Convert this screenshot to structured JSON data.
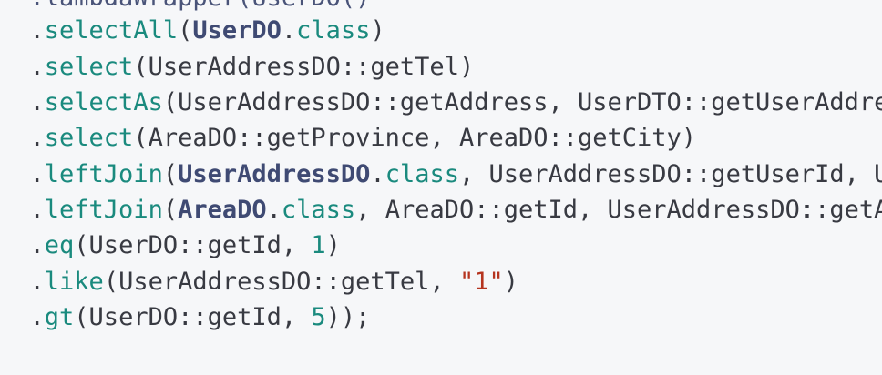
{
  "editor": {
    "lines": [
      [
        {
          "t": "plain",
          "v": "  .lambdaWrapper(UserDO()"
        }
      ],
      [
        {
          "t": "plain",
          "v": "  ."
        },
        {
          "t": "method",
          "v": "selectAll"
        },
        {
          "t": "plain",
          "v": "("
        },
        {
          "t": "class",
          "v": "UserDO"
        },
        {
          "t": "plain",
          "v": "."
        },
        {
          "t": "kw",
          "v": "class"
        },
        {
          "t": "plain",
          "v": ")"
        }
      ],
      [
        {
          "t": "plain",
          "v": "  ."
        },
        {
          "t": "method",
          "v": "select"
        },
        {
          "t": "plain",
          "v": "(UserAddressDO::getTel)"
        }
      ],
      [
        {
          "t": "plain",
          "v": "  ."
        },
        {
          "t": "method",
          "v": "selectAs"
        },
        {
          "t": "plain",
          "v": "(UserAddressDO::getAddress, UserDTO::getUserAddre"
        }
      ],
      [
        {
          "t": "plain",
          "v": "  ."
        },
        {
          "t": "method",
          "v": "select"
        },
        {
          "t": "plain",
          "v": "(AreaDO::getProvince, AreaDO::getCity)"
        }
      ],
      [
        {
          "t": "plain",
          "v": "  ."
        },
        {
          "t": "method",
          "v": "leftJoin"
        },
        {
          "t": "plain",
          "v": "("
        },
        {
          "t": "class",
          "v": "UserAddressDO"
        },
        {
          "t": "plain",
          "v": "."
        },
        {
          "t": "kw",
          "v": "class"
        },
        {
          "t": "plain",
          "v": ", UserAddressDO::getUserId, U"
        }
      ],
      [
        {
          "t": "plain",
          "v": "  ."
        },
        {
          "t": "method",
          "v": "leftJoin"
        },
        {
          "t": "plain",
          "v": "("
        },
        {
          "t": "class",
          "v": "AreaDO"
        },
        {
          "t": "plain",
          "v": "."
        },
        {
          "t": "kw",
          "v": "class"
        },
        {
          "t": "plain",
          "v": ", AreaDO::getId, UserAddressDO::getA"
        }
      ],
      [
        {
          "t": "plain",
          "v": "  ."
        },
        {
          "t": "method",
          "v": "eq"
        },
        {
          "t": "plain",
          "v": "(UserDO::getId, "
        },
        {
          "t": "num",
          "v": "1"
        },
        {
          "t": "plain",
          "v": ")"
        }
      ],
      [
        {
          "t": "plain",
          "v": "  ."
        },
        {
          "t": "method",
          "v": "like"
        },
        {
          "t": "plain",
          "v": "(UserAddressDO::getTel, "
        },
        {
          "t": "str",
          "v": "\"1\""
        },
        {
          "t": "plain",
          "v": ")"
        }
      ],
      [
        {
          "t": "plain",
          "v": "  ."
        },
        {
          "t": "method",
          "v": "gt"
        },
        {
          "t": "plain",
          "v": "(UserDO::getId, "
        },
        {
          "t": "num",
          "v": "5"
        },
        {
          "t": "plain",
          "v": "));"
        }
      ]
    ]
  }
}
